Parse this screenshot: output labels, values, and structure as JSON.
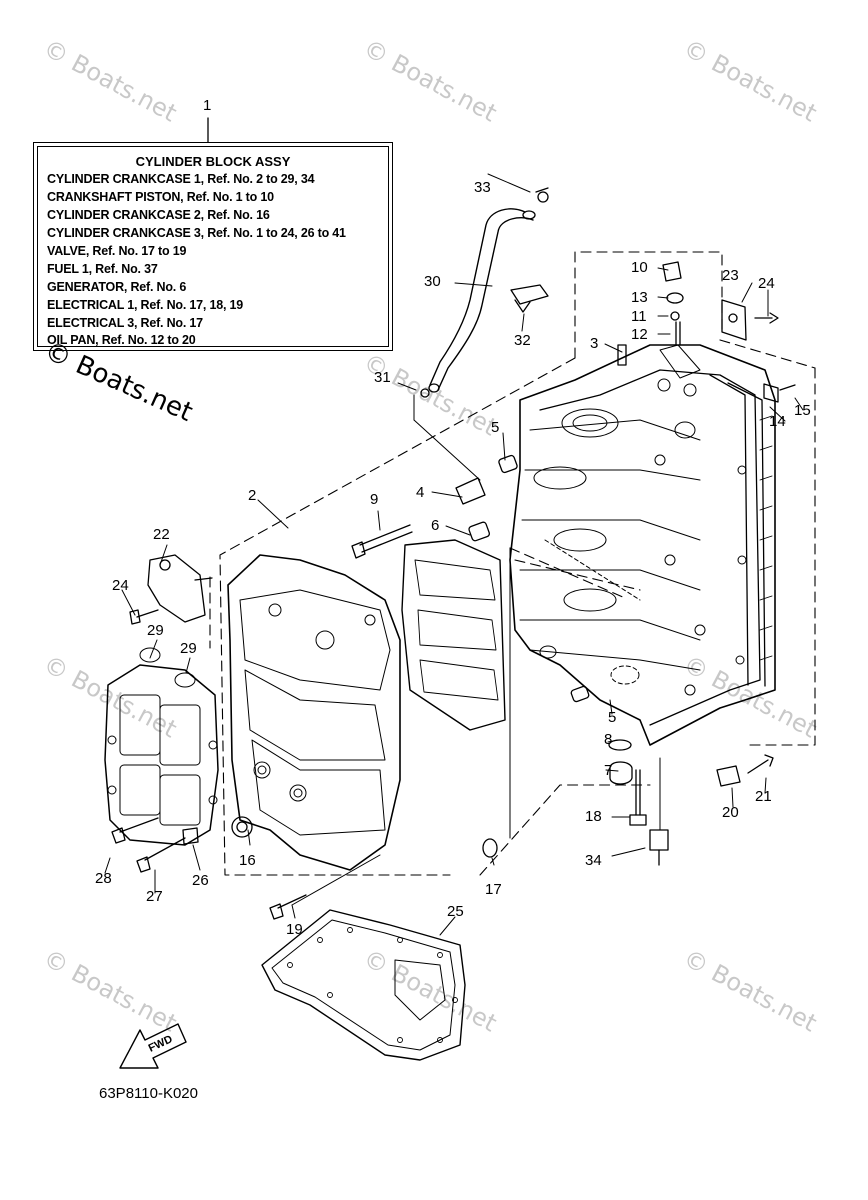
{
  "legend": {
    "title": "CYLINDER BLOCK ASSY",
    "lines": [
      "CYLINDER CRANKCASE 1, Ref. No. 2 to 29, 34",
      "CRANKSHAFT PISTON, Ref. No. 1 to 10",
      "CYLINDER CRANKCASE 2, Ref. No. 16",
      "CYLINDER CRANKCASE 3, Ref. No. 1 to 24, 26 to 41",
      "VALVE, Ref. No. 17 to 19",
      "FUEL 1, Ref. No. 37",
      "GENERATOR, Ref. No. 6",
      "ELECTRICAL 1, Ref. No. 17, 18, 19",
      "ELECTRICAL 3, Ref. No. 17",
      "OIL PAN, Ref. No. 12 to 20"
    ]
  },
  "callouts": [
    "1",
    "2",
    "3",
    "4",
    "5",
    "5",
    "6",
    "7",
    "8",
    "9",
    "10",
    "11",
    "12",
    "13",
    "14",
    "15",
    "16",
    "17",
    "18",
    "19",
    "20",
    "21",
    "22",
    "23",
    "24",
    "24",
    "25",
    "26",
    "27",
    "28",
    "29",
    "29",
    "30",
    "31",
    "32",
    "33",
    "34"
  ],
  "fwd_label": "FWD",
  "diagram_code": "63P8110-K020",
  "watermarks": [
    "© Boats.net",
    "© Boats.net",
    "© Boats.net",
    "© Boats.net",
    "© Boats.net",
    "© Boats.net",
    "© Boats.net",
    "© Boats.net",
    "© Boats.net"
  ],
  "overlay_watermark": "© Boats.net",
  "colors": {
    "line": "#000000",
    "watermark": "#c8c8c8",
    "background": "#ffffff"
  }
}
